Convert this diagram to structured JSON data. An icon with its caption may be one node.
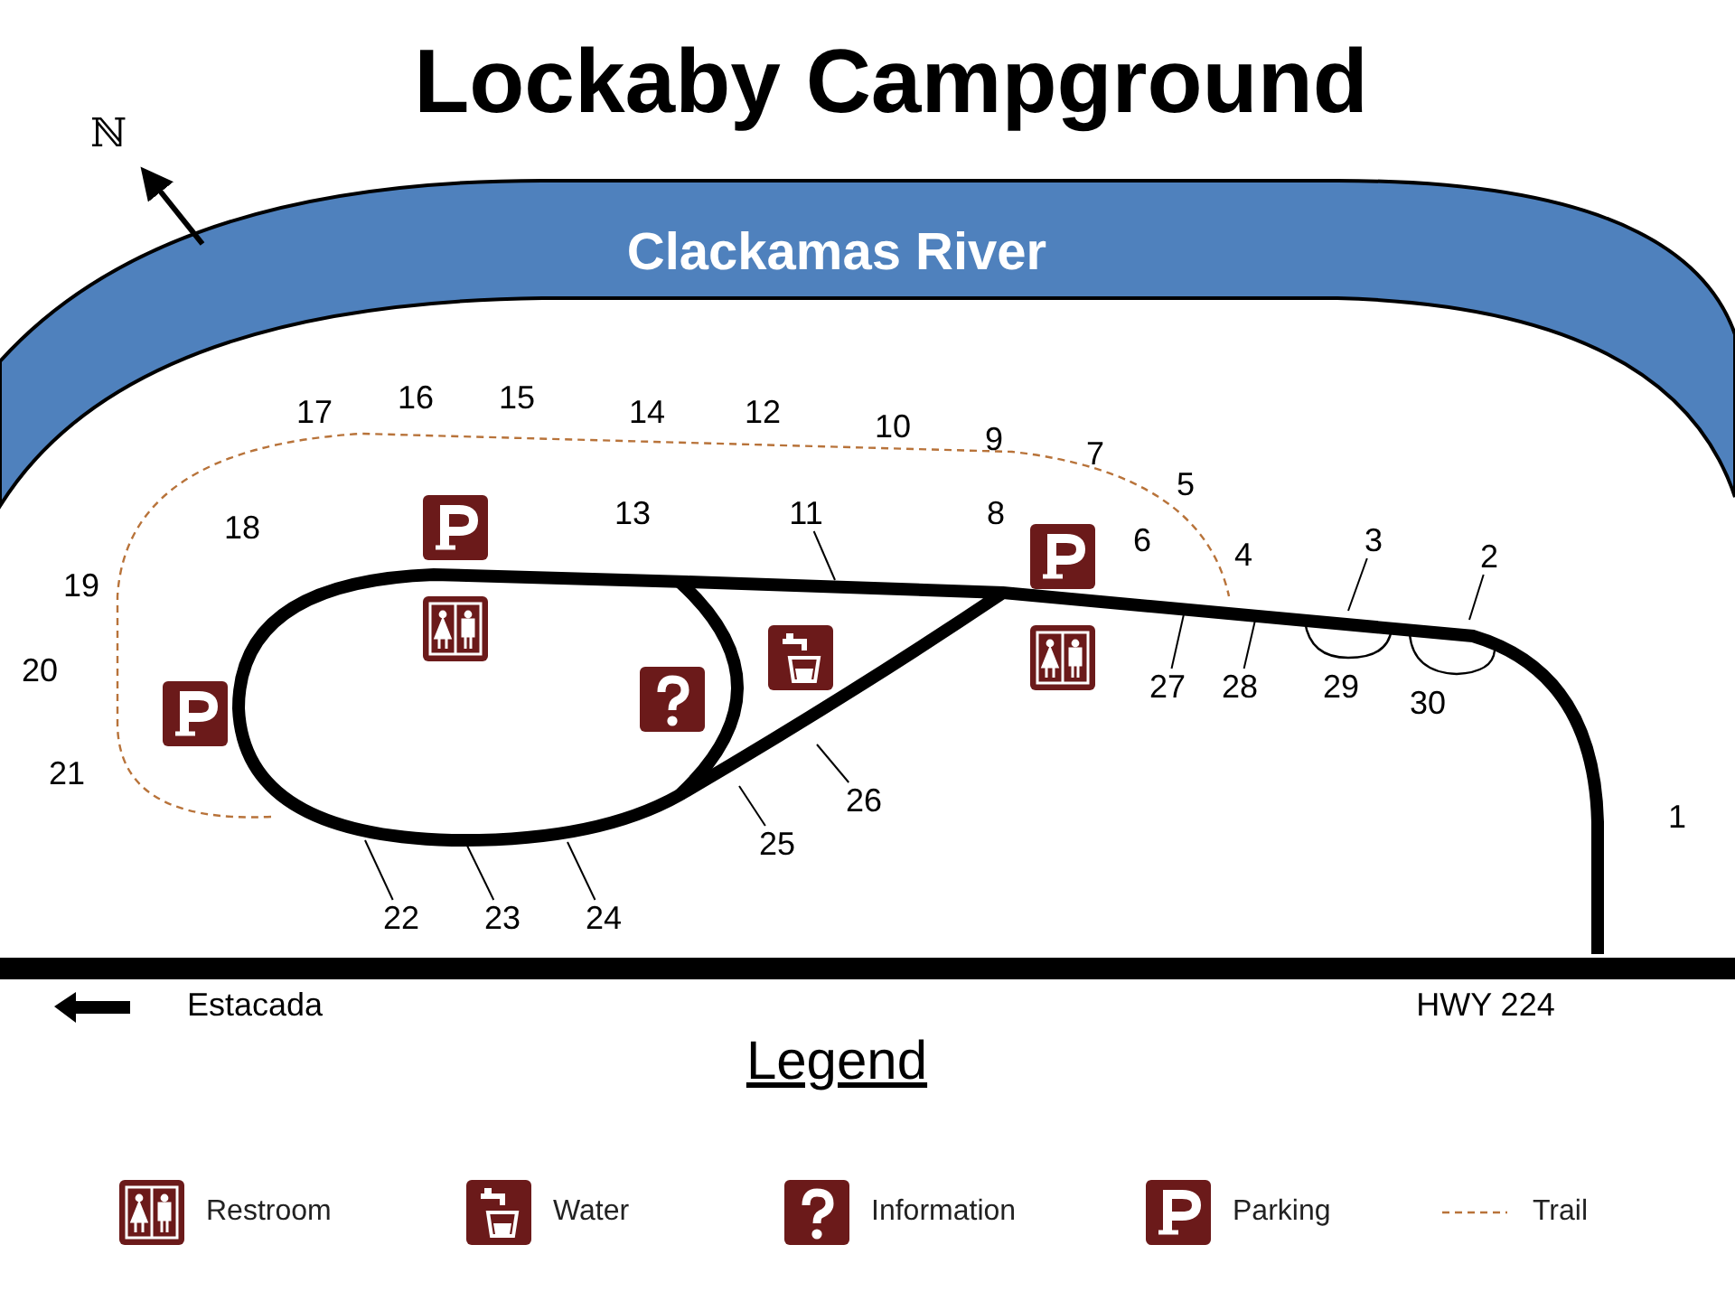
{
  "diagram": {
    "title": "Lockaby Campground",
    "nodes": [
      {
        "text": [
          "11"
        ]
      },
      {
        "text": [
          "3"
        ]
      },
      {
        "text": [
          "2"
        ]
      },
      {
        "text": [
          "27"
        ]
      },
      {
        "text": [
          "28"
        ]
      },
      {
        "text": [
          "26"
        ]
      },
      {
        "text": [
          "25"
        ]
      },
      {
        "text": [
          "22"
        ]
      },
      {
        "text": [
          "23"
        ]
      },
      {
        "text": [
          "24"
        ]
      }
    ],
    "edges": [
      {
        "from": 0,
        "to": null,
        "arrow": "none"
      },
      {
        "from": 1,
        "to": null,
        "arrow": "none"
      },
      {
        "from": 2,
        "to": null,
        "arrow": "none"
      },
      {
        "from": 3,
        "to": null,
        "arrow": "none"
      },
      {
        "from": 4,
        "to": null,
        "arrow": "none"
      },
      {
        "from": 5,
        "to": null,
        "arrow": "none"
      },
      {
        "from": 6,
        "to": null,
        "arrow": "none"
      },
      {
        "from": 7,
        "to": null,
        "arrow": "none"
      },
      {
        "from": 8,
        "to": null,
        "arrow": "none"
      },
      {
        "from": 9,
        "to": null,
        "arrow": "none"
      }
    ],
    "labels": [
      "ℕ",
      "Clackamas River",
      "17",
      "16",
      "15",
      "14",
      "12",
      "10",
      "9",
      "7",
      "5",
      "18",
      "13",
      "8",
      "6",
      "4",
      "19",
      "20",
      "29",
      "30",
      "21",
      "1",
      "Estacada",
      "HWY 224",
      "Legend"
    ],
    "legend": [
      {
        "text": "Restroom"
      },
      {
        "text": "Water"
      },
      {
        "text": "Information"
      },
      {
        "text": "Parking"
      },
      {
        "text": "Trail"
      }
    ]
  }
}
